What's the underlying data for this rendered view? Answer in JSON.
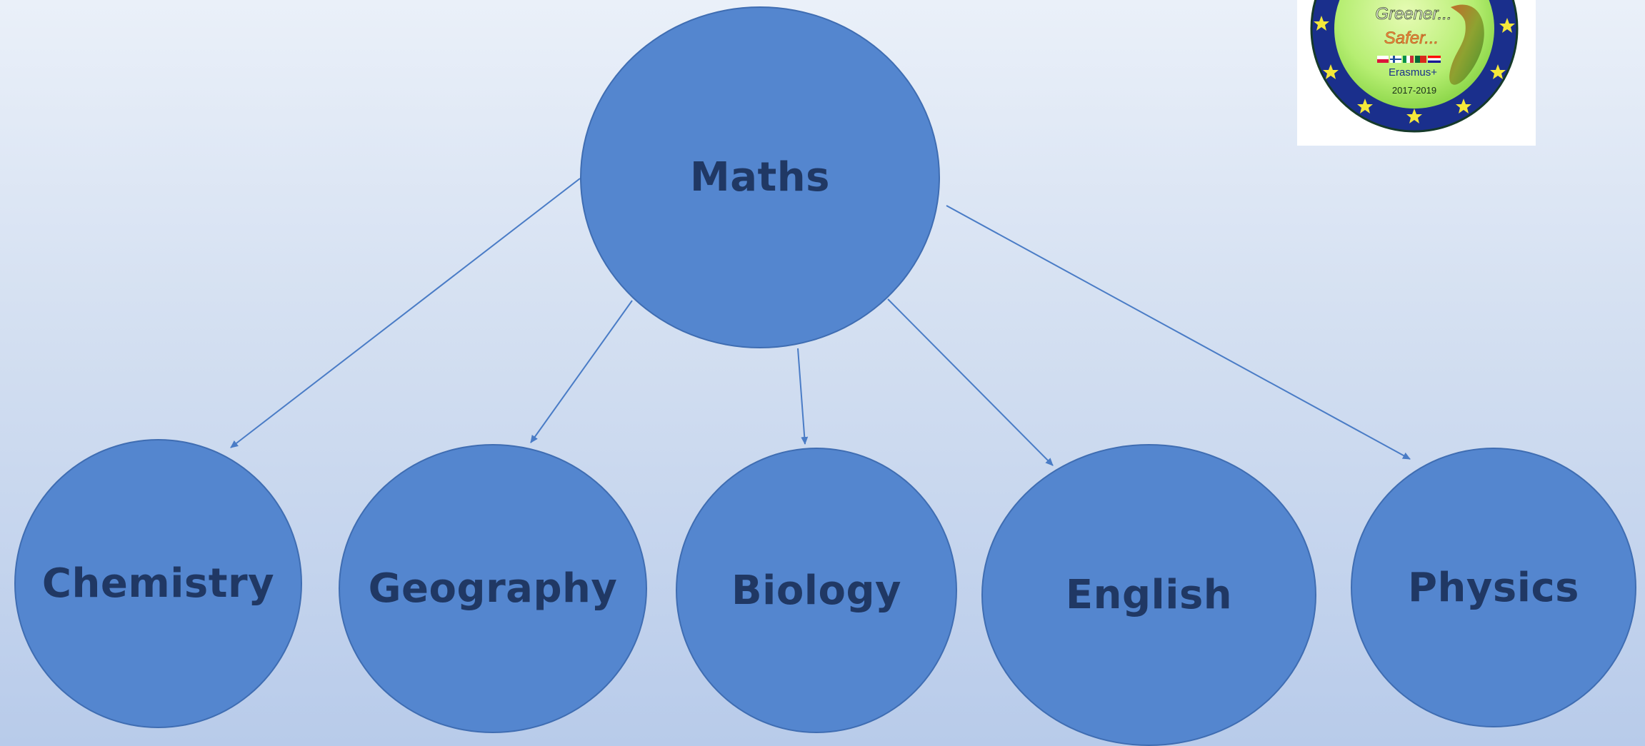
{
  "diagram": {
    "root": {
      "label": "Maths"
    },
    "children": [
      {
        "label": "Chemistry"
      },
      {
        "label": "Geography"
      },
      {
        "label": "Biology"
      },
      {
        "label": "English"
      },
      {
        "label": "Physics"
      }
    ]
  },
  "logo": {
    "line1": "Greener...",
    "line2": "Safer...",
    "program": "Erasmus+",
    "years": "2017-2019"
  },
  "colors": {
    "node_fill": "#5486cf",
    "node_text": "#203864",
    "connector": "#4a7cc6"
  }
}
